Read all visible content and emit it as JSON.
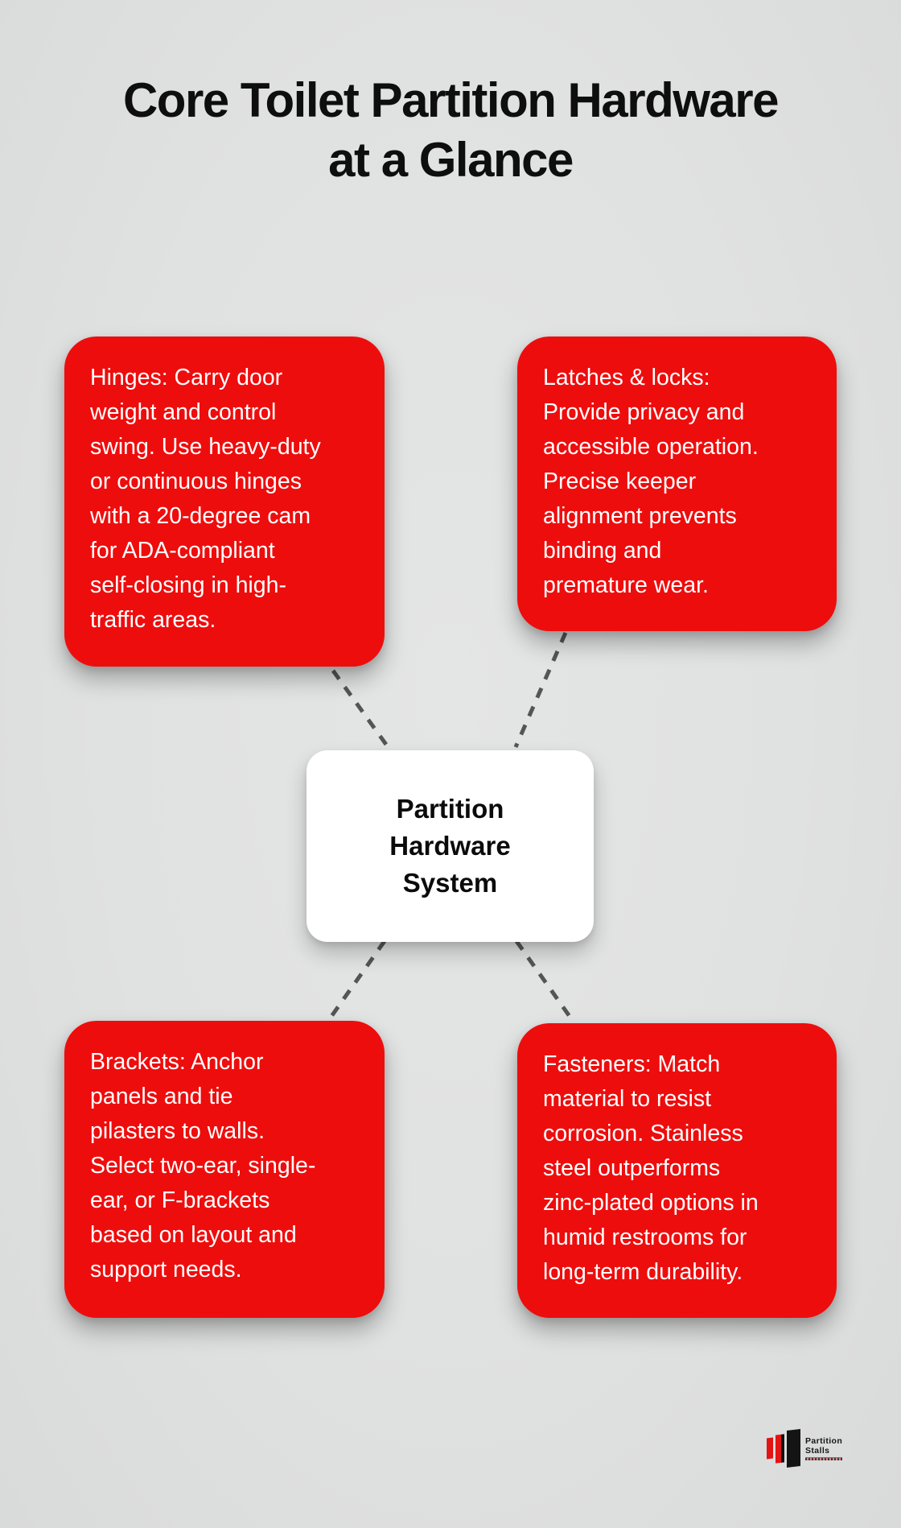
{
  "title": "Core Toilet Partition Hardware\nat a Glance",
  "center_node": {
    "label": "Partition\nHardware\nSystem"
  },
  "nodes": [
    {
      "id": "hinges",
      "text": "Hinges: Carry door\nweight and control\nswing. Use heavy-duty\nor continuous hinges\nwith a 20-degree cam\nfor ADA-compliant\nself-closing in high-\ntraffic areas."
    },
    {
      "id": "latches",
      "text": "Latches & locks:\nProvide privacy and\naccessible operation.\nPrecise keeper\nalignment prevents\nbinding and\npremature wear."
    },
    {
      "id": "brackets",
      "text": "Brackets: Anchor\npanels and tie\npilasters to walls.\nSelect two-ear, single-\near, or F-brackets\nbased on layout and\nsupport needs."
    },
    {
      "id": "fasteners",
      "text": "Fasteners: Match\nmaterial to resist\ncorrosion. Stainless\nsteel outperforms\nzinc-plated options in\nhumid restrooms for\nlong-term durability."
    }
  ],
  "logo": {
    "line1": "Partition",
    "line2": "Stalls"
  },
  "colors": {
    "node_red": "#ee0d0d",
    "background": "#e0e1e1",
    "connector": "#555555",
    "node_text": "#ffffff",
    "title_text": "#0e0e0e",
    "center_bg": "#ffffff",
    "center_text": "#0b0b0b"
  }
}
